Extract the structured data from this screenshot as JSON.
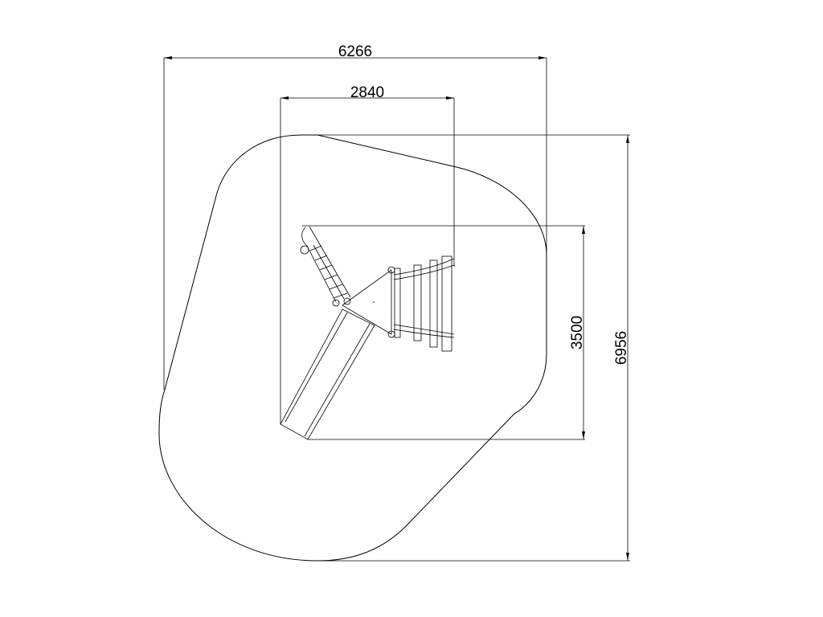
{
  "drawing": {
    "dimensions": {
      "overall_width": "6266",
      "equipment_width": "2840",
      "equipment_depth": "3500",
      "overall_depth": "6956"
    }
  }
}
